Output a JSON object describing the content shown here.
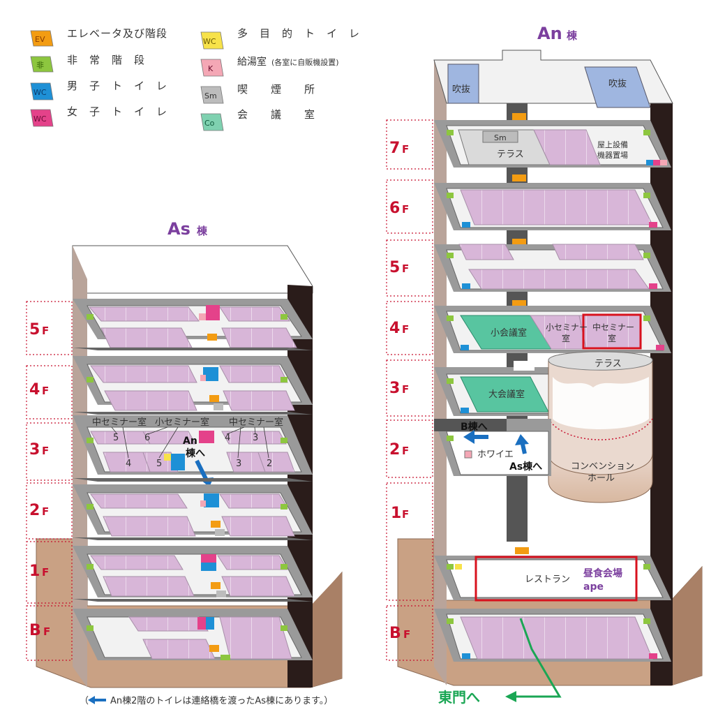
{
  "legend": {
    "items": [
      {
        "code": "EV",
        "color": "#f39c12",
        "label": "エレベータ及び階段"
      },
      {
        "code": "非",
        "color": "#8dc63f",
        "label": "非　常　階　段"
      },
      {
        "code": "WC",
        "color": "#1e90d6",
        "label": "男　子　ト　イ　レ"
      },
      {
        "code": "WC",
        "color": "#e4428a",
        "label": "女　子　ト　イ　レ"
      },
      {
        "code": "WC",
        "color": "#f7e24a",
        "label": "多　目　的　ト　イ　レ"
      },
      {
        "code": "K",
        "color": "#f4a7b5",
        "label": "給湯室",
        "sub": "(各室に自販機設置)"
      },
      {
        "code": "Sm",
        "color": "#bcbcbc",
        "label": "喫　　煙　　所"
      },
      {
        "code": "Co",
        "color": "#7fd1b0",
        "label": "会　　議　　室"
      }
    ]
  },
  "as_building": {
    "title": "As",
    "title_suffix": "棟",
    "floors": [
      "5",
      "4",
      "3",
      "2",
      "1",
      "B"
    ],
    "floor_suffix": "F",
    "rooms_3f": {
      "label_left": "中セミナー室",
      "label_mid": "小セミナー室",
      "label_right": "中セミナー室",
      "numbers": [
        "5",
        "6",
        "4",
        "3",
        "4",
        "5",
        "3",
        "2"
      ]
    },
    "an_link": "An\n棟へ",
    "an_link_l1": "An",
    "an_link_l2": "棟へ"
  },
  "an_building": {
    "title": "An",
    "title_suffix": "棟",
    "floors": [
      "7",
      "6",
      "5",
      "4",
      "3",
      "2",
      "1",
      "B"
    ],
    "floor_suffix": "F",
    "fukinuke_left": "吹抜",
    "fukinuke_right": "吹抜",
    "f7": {
      "sm": "Sm",
      "terrace": "テラス",
      "equipment_l1": "屋上設備",
      "equipment_l2": "機器置場"
    },
    "f4": {
      "small_conf": "小会議室",
      "small_seminar_l1": "小セミナー",
      "small_seminar_l2": "室",
      "mid_seminar_l1": "中セミナー",
      "mid_seminar_l2": "室"
    },
    "f3": {
      "large_conf": "大会議室",
      "terrace": "テラス"
    },
    "f2": {
      "to_b": "B棟へ",
      "foyer": "ホワイエ",
      "to_as": "As棟へ",
      "hall_l1": "コンベンション",
      "hall_l2": "ホール"
    },
    "f1": {
      "restaurant": "レストラン",
      "lunch": "昼食会場",
      "ape": "ape"
    },
    "east_gate": "東門へ"
  },
  "footnote": {
    "open": "（",
    "text": "An棟2階のトイレは連絡橋を渡ったAs棟にあります。）"
  }
}
